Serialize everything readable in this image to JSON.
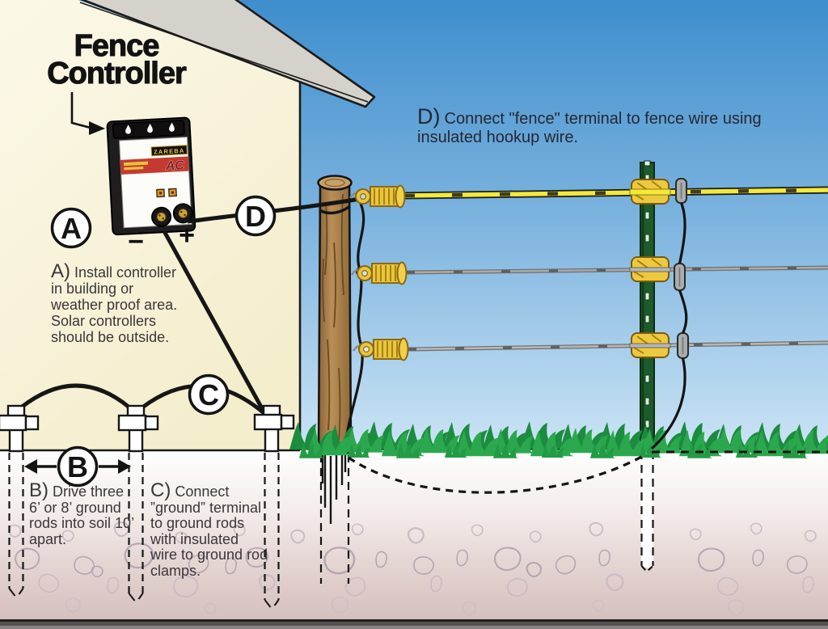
{
  "title": {
    "line1": "Fence",
    "line2": "Controller"
  },
  "device": {
    "brand": "ZAREBA",
    "stripe_label": "AC",
    "terminal_negative": "−",
    "terminal_positive": "+"
  },
  "callouts": {
    "a": "A",
    "b": "B",
    "c": "C",
    "d": "D"
  },
  "instructions": {
    "a": {
      "prefix": "A)",
      "lines": [
        "Install controller",
        "in building or",
        "weather proof area.",
        "Solar controllers",
        "should be outside."
      ]
    },
    "b": {
      "prefix": "B)",
      "lines": [
        "Drive three",
        "6’ or 8’ ground",
        "rods into soil 10’",
        "apart."
      ]
    },
    "c": {
      "prefix": "C)",
      "lines": [
        "Connect",
        "”ground” terminal",
        "to ground rods",
        "with insulated",
        "wire to ground rod",
        "clamps."
      ]
    },
    "d": {
      "prefix": "D)",
      "lines": [
        "Connect \"fence\" terminal to fence wire using",
        "insulated hookup wire."
      ]
    }
  },
  "colors": {
    "sky_top": "#3e8ecd",
    "sky_horizon": "#f3f9fd",
    "wall_cream": "#f7f3da",
    "roof_gray": "#d4d2ca",
    "stripe_red": "#c53a30",
    "brand_yellow": "#e9c53e",
    "wire_yellow": "#f2e93c",
    "wire_gray": "#a9a9a9",
    "insulator_yellow": "#e9c53e",
    "post_brown": "#a87a44",
    "tpost_green": "#1e5b2b",
    "grass_green": "#2ba84e",
    "soil_mauve": "#d9c5c4",
    "rod_white": "#ffffff",
    "line_black": "#161616"
  }
}
